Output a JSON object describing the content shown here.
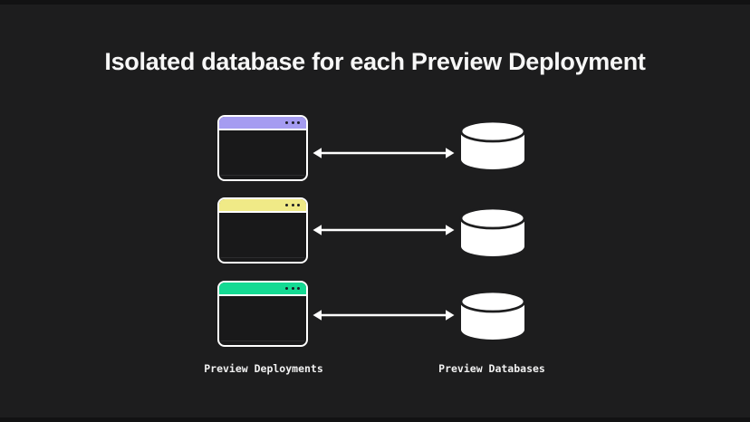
{
  "title": "Isolated database for each Preview Deployment",
  "labels": {
    "deployments": "Preview Deployments",
    "databases": "Preview Databases"
  },
  "rows": [
    {
      "titlebar_color": "#a59cf1"
    },
    {
      "titlebar_color": "#f0ea87"
    },
    {
      "titlebar_color": "#14da93"
    }
  ],
  "colors": {
    "background": "#1d1d1e",
    "window_outline": "#ffffff",
    "window_body": "#19191a",
    "arrow": "#ffffff",
    "title_text": "#f7f7f7",
    "label_text": "#f2f2f2"
  }
}
